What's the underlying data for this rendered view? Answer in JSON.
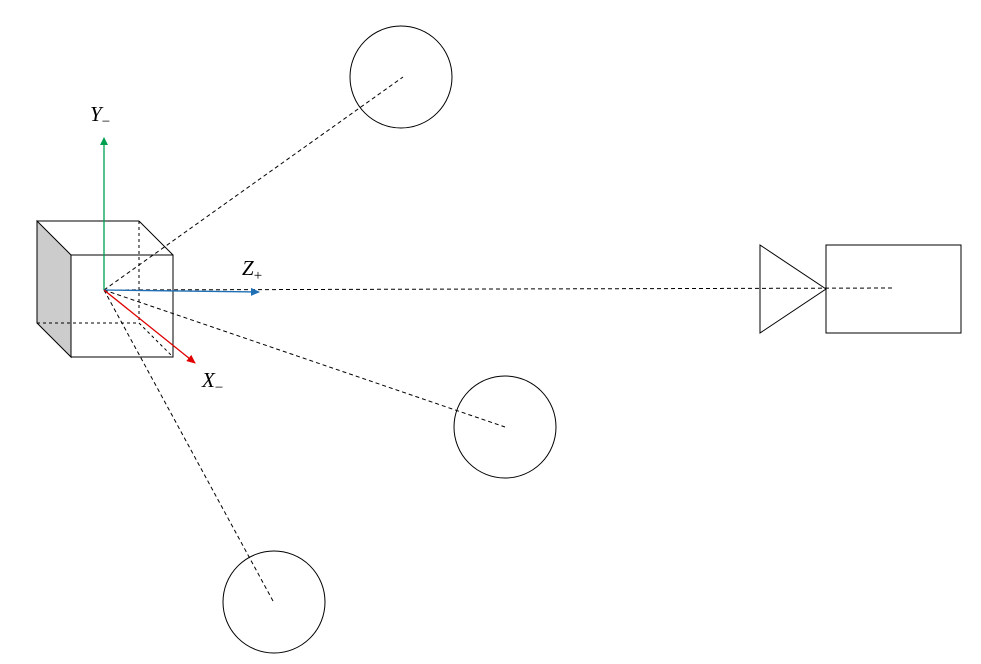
{
  "labels": {
    "y_axis": {
      "main": "Y",
      "sub": "−"
    },
    "z_axis": {
      "main": "Z",
      "sub": "+"
    },
    "x_axis": {
      "main": "X",
      "sub": "−"
    }
  },
  "colors": {
    "y_axis": "#00a050",
    "z_axis": "#1f6fb5",
    "x_axis": "#e00000",
    "cube_side_fill": "#cccccc",
    "stroke": "#000000"
  },
  "icons": [
    "cube-icon",
    "camera-icon",
    "sphere-icon"
  ]
}
